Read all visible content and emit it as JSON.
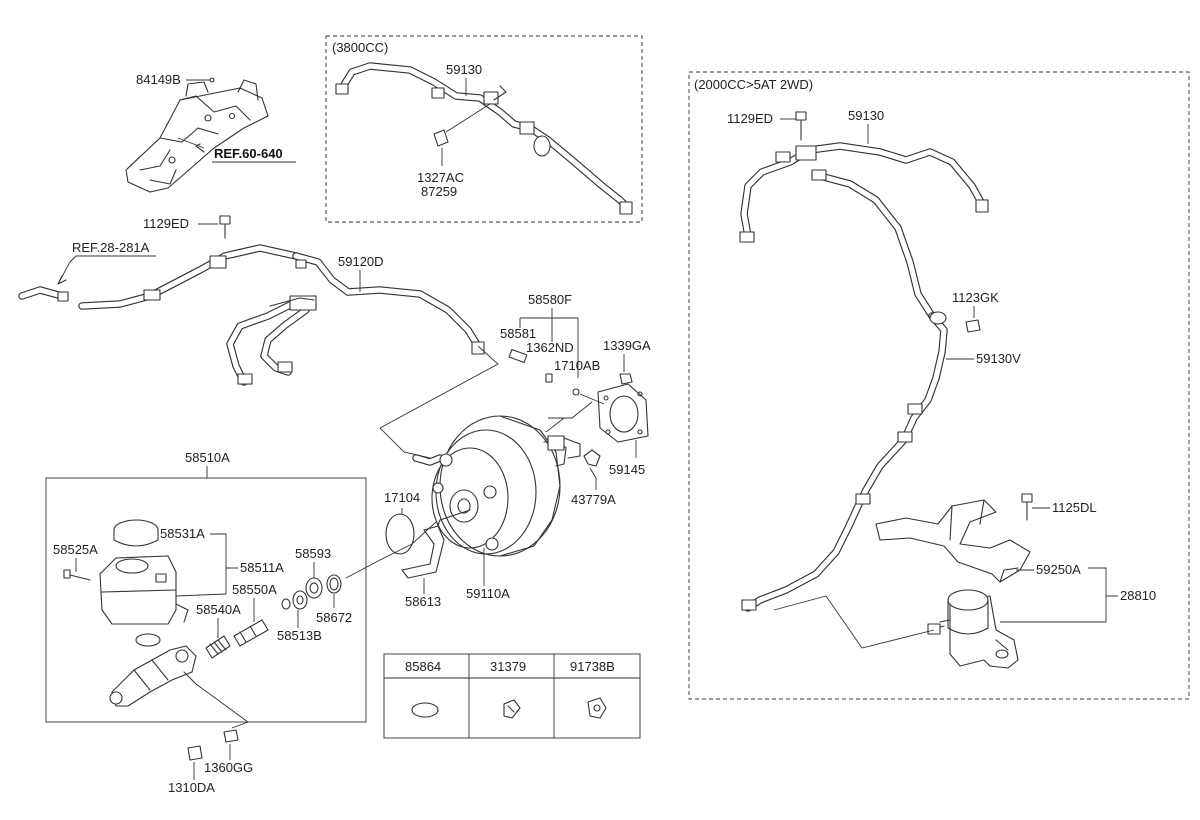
{
  "boxes": {
    "box_3800cc": "(3800CC)",
    "box_2000cc": "(2000CC>5AT 2WD)"
  },
  "labels": {
    "p84149b": "84149B",
    "ref60640": "REF.60-640",
    "p1129ed_left": "1129ED",
    "ref28281a": "REF.28-281A",
    "p59120d": "59120D",
    "p59130_top": "59130",
    "p1327ac": "1327AC",
    "p87259": "87259",
    "p58580f": "58580F",
    "p58581": "58581",
    "p1362nd": "1362ND",
    "p1710ab": "1710AB",
    "p1339ga": "1339GA",
    "p59145": "59145",
    "p43779a": "43779A",
    "p58510a": "58510A",
    "p58531a": "58531A",
    "p58525a": "58525A",
    "p58511a": "58511A",
    "p58550a": "58550A",
    "p58540a": "58540A",
    "p58593": "58593",
    "p58672": "58672",
    "p58513b": "58513B",
    "p17104": "17104",
    "p58613": "58613",
    "p59110a": "59110A",
    "p1360gg": "1360GG",
    "p1310da": "1310DA",
    "p1129ed_right": "1129ED",
    "p59130_right": "59130",
    "p1123gk": "1123GK",
    "p59130v": "59130V",
    "p1125dl": "1125DL",
    "p59250a": "59250A",
    "p28810": "28810"
  },
  "legend_table": {
    "headers": [
      "85864",
      "31379",
      "91738B"
    ]
  }
}
